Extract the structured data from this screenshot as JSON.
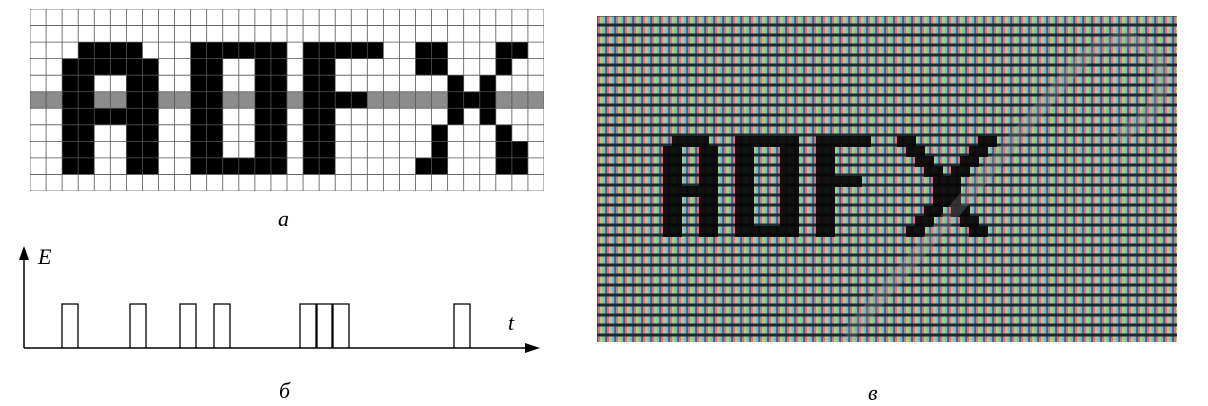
{
  "captions": {
    "a": "а",
    "b": "б",
    "v": "в"
  },
  "pulse_graph": {
    "y_axis_label": "E",
    "x_axis_label": "t"
  },
  "grid_figure": {
    "columns": 32,
    "rows": 11,
    "highlight_row": 5,
    "text": "ADFX"
  },
  "screen_photo": {
    "text": "ADFX"
  },
  "colors": {
    "grid_line": "#555555",
    "highlight_row": "#8c8c8c",
    "ink": "#000000"
  }
}
